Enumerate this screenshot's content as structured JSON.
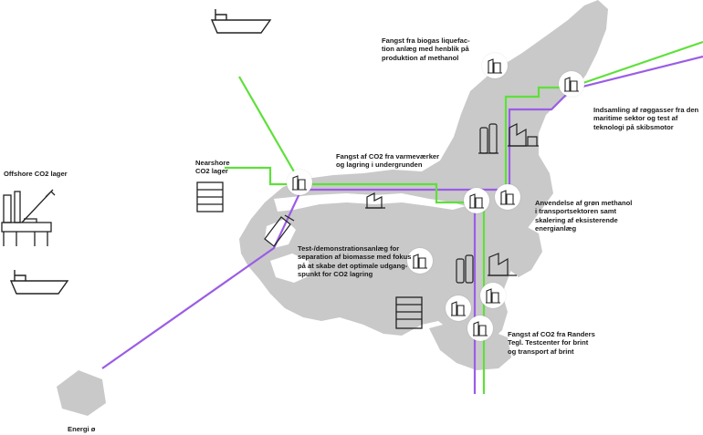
{
  "colors": {
    "land": "#c9c9c9",
    "sea": "#ffffff",
    "green_line": "#5ee03a",
    "purple_line": "#9b5de5",
    "icon_stroke": "#222222"
  },
  "labels": {
    "biogas": "Fangst fra biogas liquefac-\ntion anlæg med henblik på\nproduktion af methanol",
    "roeggasser": "Indsamling af røggasser fra den\nmaritime sektor og test af\nteknologi på skibsmotor",
    "varmevaerker": "Fangst af CO2 fra varmeværker\nog lagring i undergrunden",
    "nearshore": "Nearshore\nCO2 lager",
    "offshore": "Offshore CO2 lager",
    "methanol": "Anvendelse af grøn methanol\ni transportsektoren samt\nskalering af eksisterende\nenergianlæg",
    "test": "Test-/demonstrationsanlæg for\nseparation af biomasse med fokus\npå at skabe det optimale udgang-\nspunkt for CO2 lagring",
    "randers": "Fangst af CO2 fra Randers\nTegl. Testcenter for brint\nog transport af brint",
    "energi": "Energi ø"
  },
  "icons": [
    "ship-icon",
    "offshore-rig-icon",
    "ship-icon",
    "storage-tank-icon",
    "factory-icon",
    "gas-cylinder-icon",
    "truck-icon",
    "container-stack-icon",
    "energy-island-icon"
  ]
}
